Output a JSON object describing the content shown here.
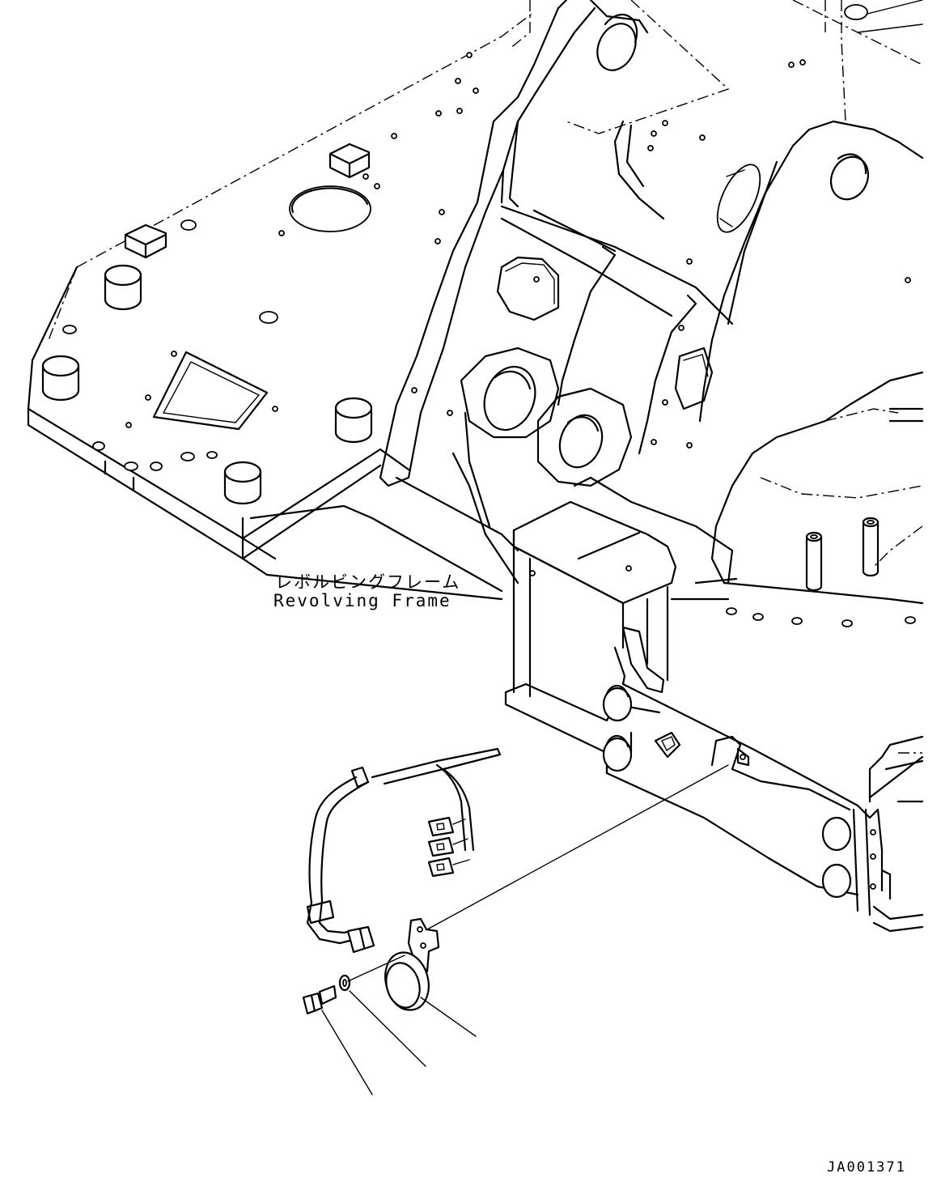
{
  "labels": {
    "revolving_frame_jp": "レボルビングフレーム",
    "revolving_frame_en": "Revolving Frame",
    "drawing_code": "JA001371"
  }
}
